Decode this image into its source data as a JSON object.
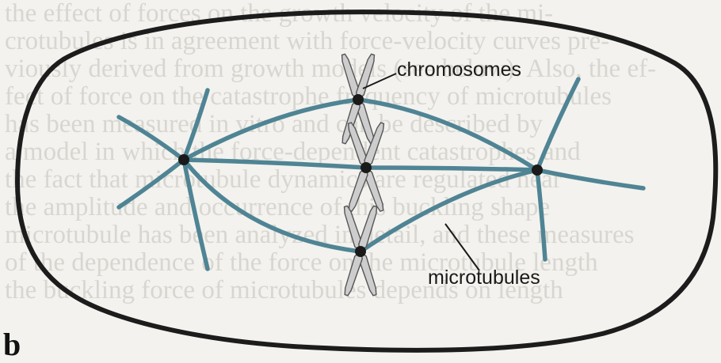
{
  "figure": {
    "panel_letter": "b",
    "labels": {
      "chromosomes": "chromosomes",
      "microtubules": "microtubules"
    },
    "background_text": [
      "the effect of forces on the growth velocity of the mi-",
      "crotubules is in agreement with force-velocity curves pre-",
      "viously derived from growth models (see below). Also, the ef-",
      "fect of force on the catastrophe frequency of microtubules",
      "has been measured in vitro and can be described by",
      "a model in which the force-dependent catastrophes and",
      "the fact that microtubule dynamics are regulated near",
      "the amplitude and occurrence of this buckling shape",
      "microtubule has been analyzed in detail, and these measures",
      "of the dependence of the force on the microtubule length",
      "the buckling force of microtubules depends on length"
    ],
    "colors": {
      "microtubule": "#4f8494",
      "cell_outline": "#1c1c1c",
      "chromosome_fill": "#cdcdcd",
      "centrosome": "#1a1a1a"
    }
  }
}
